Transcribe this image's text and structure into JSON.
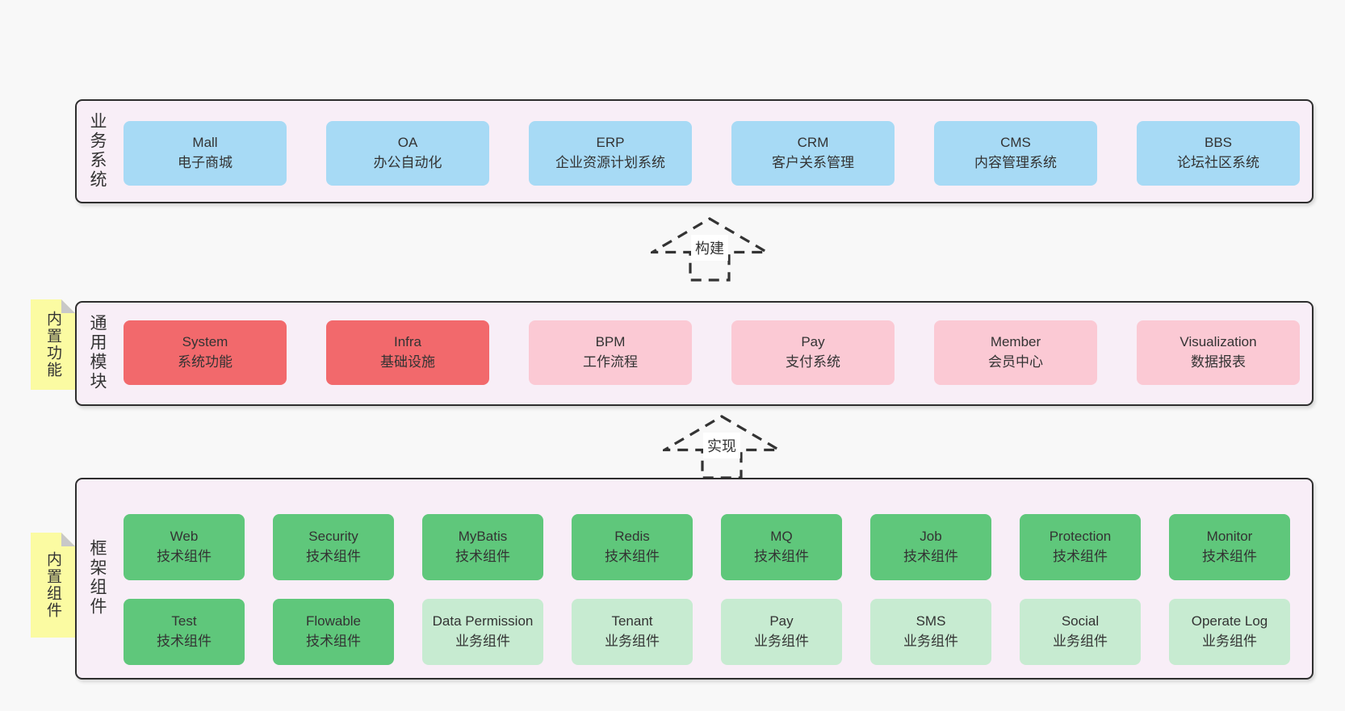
{
  "colors": {
    "pageBg": "#f8f8f8",
    "containerBg": "#f8eef7",
    "blue": "#a7daf5",
    "red": "#f2696c",
    "pink": "#fbc9d4",
    "green": "#5fc77b",
    "lightGreen": "#c7ebd1",
    "sticky": "#fbfba2",
    "border": "#2e2e2e"
  },
  "arrows": [
    {
      "label": "构建"
    },
    {
      "label": "实现"
    }
  ],
  "bands": {
    "business": {
      "label": "业务系统",
      "boxes": [
        {
          "en": "Mall",
          "zh": "电子商城",
          "type": "blue"
        },
        {
          "en": "OA",
          "zh": "办公自动化",
          "type": "blue"
        },
        {
          "en": "ERP",
          "zh": "企业资源计划系统",
          "type": "blue"
        },
        {
          "en": "CRM",
          "zh": "客户关系管理",
          "type": "blue"
        },
        {
          "en": "CMS",
          "zh": "内容管理系统",
          "type": "blue"
        },
        {
          "en": "BBS",
          "zh": "论坛社区系统",
          "type": "blue"
        }
      ]
    },
    "modules": {
      "label": "通用模块",
      "sticky": "内置功能",
      "boxes": [
        {
          "en": "System",
          "zh": "系统功能",
          "type": "red"
        },
        {
          "en": "Infra",
          "zh": "基础设施",
          "type": "red"
        },
        {
          "en": "BPM",
          "zh": "工作流程",
          "type": "pink"
        },
        {
          "en": "Pay",
          "zh": "支付系统",
          "type": "pink"
        },
        {
          "en": "Member",
          "zh": "会员中心",
          "type": "pink"
        },
        {
          "en": "Visualization",
          "zh": "数据报表",
          "type": "pink"
        }
      ]
    },
    "components": {
      "label": "框架组件",
      "sticky": "内置组件",
      "rows": [
        [
          {
            "en": "Web",
            "zh": "技术组件",
            "type": "green"
          },
          {
            "en": "Security",
            "zh": "技术组件",
            "type": "green"
          },
          {
            "en": "MyBatis",
            "zh": "技术组件",
            "type": "green"
          },
          {
            "en": "Redis",
            "zh": "技术组件",
            "type": "green"
          },
          {
            "en": "MQ",
            "zh": "技术组件",
            "type": "green"
          },
          {
            "en": "Job",
            "zh": "技术组件",
            "type": "green"
          },
          {
            "en": "Protection",
            "zh": "技术组件",
            "type": "green"
          },
          {
            "en": "Monitor",
            "zh": "技术组件",
            "type": "green"
          }
        ],
        [
          {
            "en": "Test",
            "zh": "技术组件",
            "type": "green"
          },
          {
            "en": "Flowable",
            "zh": "技术组件",
            "type": "green"
          },
          {
            "en": "Data Permission",
            "zh": "业务组件",
            "type": "lightgreen"
          },
          {
            "en": "Tenant",
            "zh": "业务组件",
            "type": "lightgreen"
          },
          {
            "en": "Pay",
            "zh": "业务组件",
            "type": "lightgreen"
          },
          {
            "en": "SMS",
            "zh": "业务组件",
            "type": "lightgreen"
          },
          {
            "en": "Social",
            "zh": "业务组件",
            "type": "lightgreen"
          },
          {
            "en": "Operate Log",
            "zh": "业务组件",
            "type": "lightgreen"
          }
        ]
      ]
    }
  }
}
